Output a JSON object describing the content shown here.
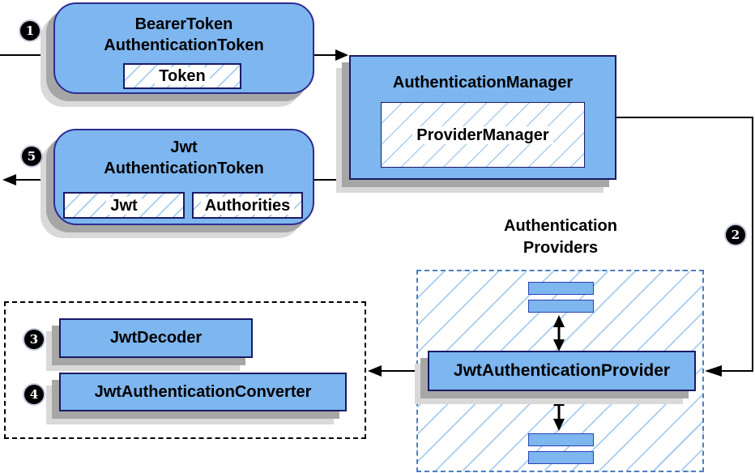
{
  "boxes": {
    "bearer": {
      "title1": "BearerToken",
      "title2": "AuthenticationToken",
      "token": "Token"
    },
    "manager": {
      "title": "AuthenticationManager",
      "provider_manager": "ProviderManager"
    },
    "jwt": {
      "title1": "Jwt",
      "title2": "AuthenticationToken",
      "jwt": "Jwt",
      "authorities": "Authorities"
    },
    "decoder": {
      "label": "JwtDecoder"
    },
    "converter": {
      "label": "JwtAuthenticationConverter"
    },
    "provider": {
      "label": "JwtAuthenticationProvider"
    }
  },
  "labels": {
    "providers_title1": "Authentication",
    "providers_title2": "Providers"
  },
  "steps": {
    "s1": "1",
    "s2": "2",
    "s3": "3",
    "s4": "4",
    "s5": "5"
  },
  "colors": {
    "box_fill": "#7eb6ef",
    "rounded_border": "#2d2d91",
    "rect_border": "#1a1a66",
    "bar_border": "#2a41b8",
    "hatch_line": "#a9cdf0",
    "dashed_blue": "#4d7fbe",
    "shadow_dark": "#a6a6a6",
    "shadow_light": "#d9d9d9",
    "arrow": "#000000"
  }
}
